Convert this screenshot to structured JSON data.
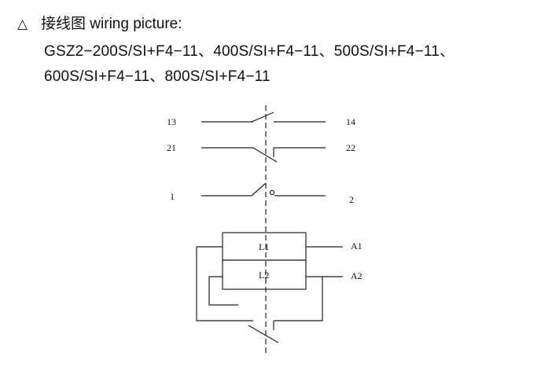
{
  "heading": {
    "marker": "△",
    "title_zh": "接线图",
    "title_en": "wiring picture:"
  },
  "models": {
    "line1": "GSZ2−200S/SI+F4−11、400S/SI+F4−11、500S/SI+F4−11、",
    "line2": "600S/SI+F4−11、800S/SI+F4−11"
  },
  "diagram": {
    "terminals": {
      "t13": "13",
      "t14": "14",
      "t21": "21",
      "t22": "22",
      "t1": "1",
      "t2": "2",
      "a1": "A1",
      "a2": "A2"
    },
    "coils": {
      "l1": "L1",
      "l2": "L2"
    }
  }
}
